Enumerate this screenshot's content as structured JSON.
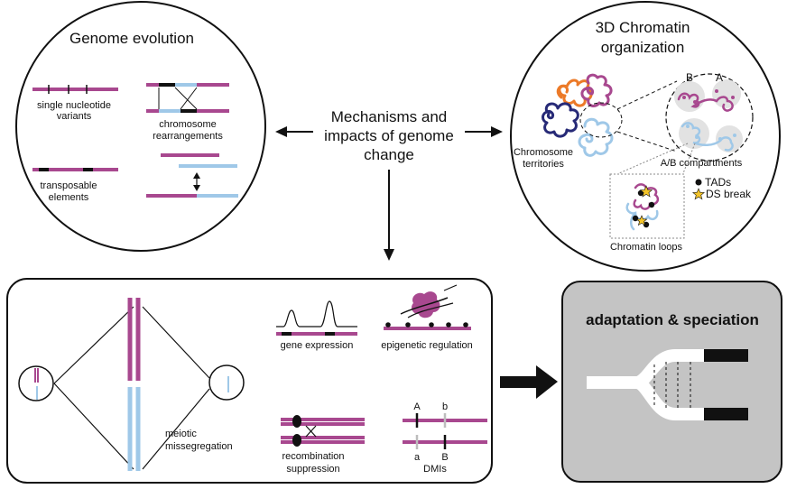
{
  "colors": {
    "magenta": "#a8488f",
    "blue": "#9fc8e8",
    "orange": "#ec7a28",
    "navy": "#272a77",
    "gray_box": "#c4c4c4",
    "black": "#111111",
    "star": "#f3c42a"
  },
  "center": {
    "line1": "Mechanisms and",
    "line2": "impacts of genome",
    "line3": "change"
  },
  "genome_evolution": {
    "title": "Genome evolution",
    "snv_line1": "single nucleotide",
    "snv_line2": "variants",
    "rearr_line1": "chromosome",
    "rearr_line2": "rearrangements",
    "te_line1": "transposable",
    "te_line2": "elements"
  },
  "chromatin": {
    "title_line1": "3D Chromatin",
    "title_line2": "organization",
    "territories_line1": "Chromosome",
    "territories_line2": "territories",
    "label_a": "A",
    "label_b": "B",
    "ab_compartments": "A/B compartments",
    "tads": "TADs",
    "ds_break": "DS break",
    "loops": "Chromatin loops"
  },
  "impacts": {
    "meiotic_line1": "meiotic",
    "meiotic_line2": "missegregation",
    "gene_expression": "gene expression",
    "epigenetic": "epigenetic regulation",
    "recomb_line1": "recombination",
    "recomb_line2": "suppression",
    "dmi_upper_left": "A",
    "dmi_upper_right": "b",
    "dmi_lower_left": "a",
    "dmi_lower_right": "B",
    "dmis": "DMIs"
  },
  "outcome": {
    "title": "adaptation & speciation"
  }
}
